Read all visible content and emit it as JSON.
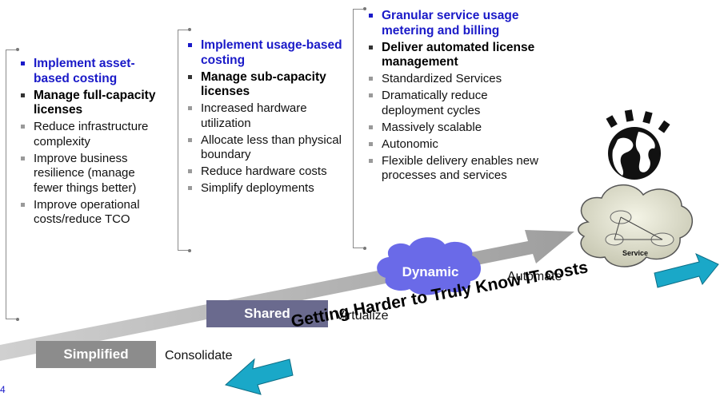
{
  "columns": [
    {
      "items": [
        {
          "text": "Implement asset-based costing",
          "style": "hl"
        },
        {
          "text": "Manage full-capacity licenses",
          "style": "bd"
        },
        {
          "text": "Reduce infrastructure complexity",
          "style": "n"
        },
        {
          "text": "Improve business resilience (manage fewer things better)",
          "style": "n"
        },
        {
          "text": "Improve operational costs/reduce TCO",
          "style": "n"
        }
      ]
    },
    {
      "items": [
        {
          "text": "Implement usage-based costing",
          "style": "hl"
        },
        {
          "text": "Manage sub-capacity licenses",
          "style": "bd"
        },
        {
          "text": "Increased hardware utilization",
          "style": "n"
        },
        {
          "text": "Allocate less than physical boundary",
          "style": "n"
        },
        {
          "text": "Reduce hardware costs",
          "style": "n"
        },
        {
          "text": "Simplify deployments",
          "style": "n"
        }
      ]
    },
    {
      "items": [
        {
          "text": "Granular service usage metering and billing",
          "style": "hl"
        },
        {
          "text": "Deliver automated license management",
          "style": "bd"
        },
        {
          "text": "Standardized Services",
          "style": "n"
        },
        {
          "text": "Dramatically reduce deployment cycles",
          "style": "n"
        },
        {
          "text": "Massively scalable",
          "style": "n"
        },
        {
          "text": "Autonomic",
          "style": "n"
        },
        {
          "text": "Flexible delivery enables new processes and services",
          "style": "n"
        }
      ]
    }
  ],
  "stages": [
    {
      "label": "Simplified",
      "action": "Consolidate"
    },
    {
      "label": "Shared",
      "action": "Virtualize"
    },
    {
      "label": "Dynamic",
      "action": "Automate"
    }
  ],
  "cloud_label": "Service",
  "banner": "Getting Harder to Truly Know IT costs",
  "colors": {
    "highlight": "#1a1ac8",
    "stage_box": "#8c8c8c",
    "stage_shared": "#6a6a8e",
    "dynamic_cloud": "#6a6ae8",
    "arrow": "#1aa8c8",
    "ramp": "#b8b8b8"
  },
  "icons": [
    "globe-logo-icon",
    "service-cloud-icon",
    "left-arrow-icon",
    "right-arrow-icon"
  ]
}
